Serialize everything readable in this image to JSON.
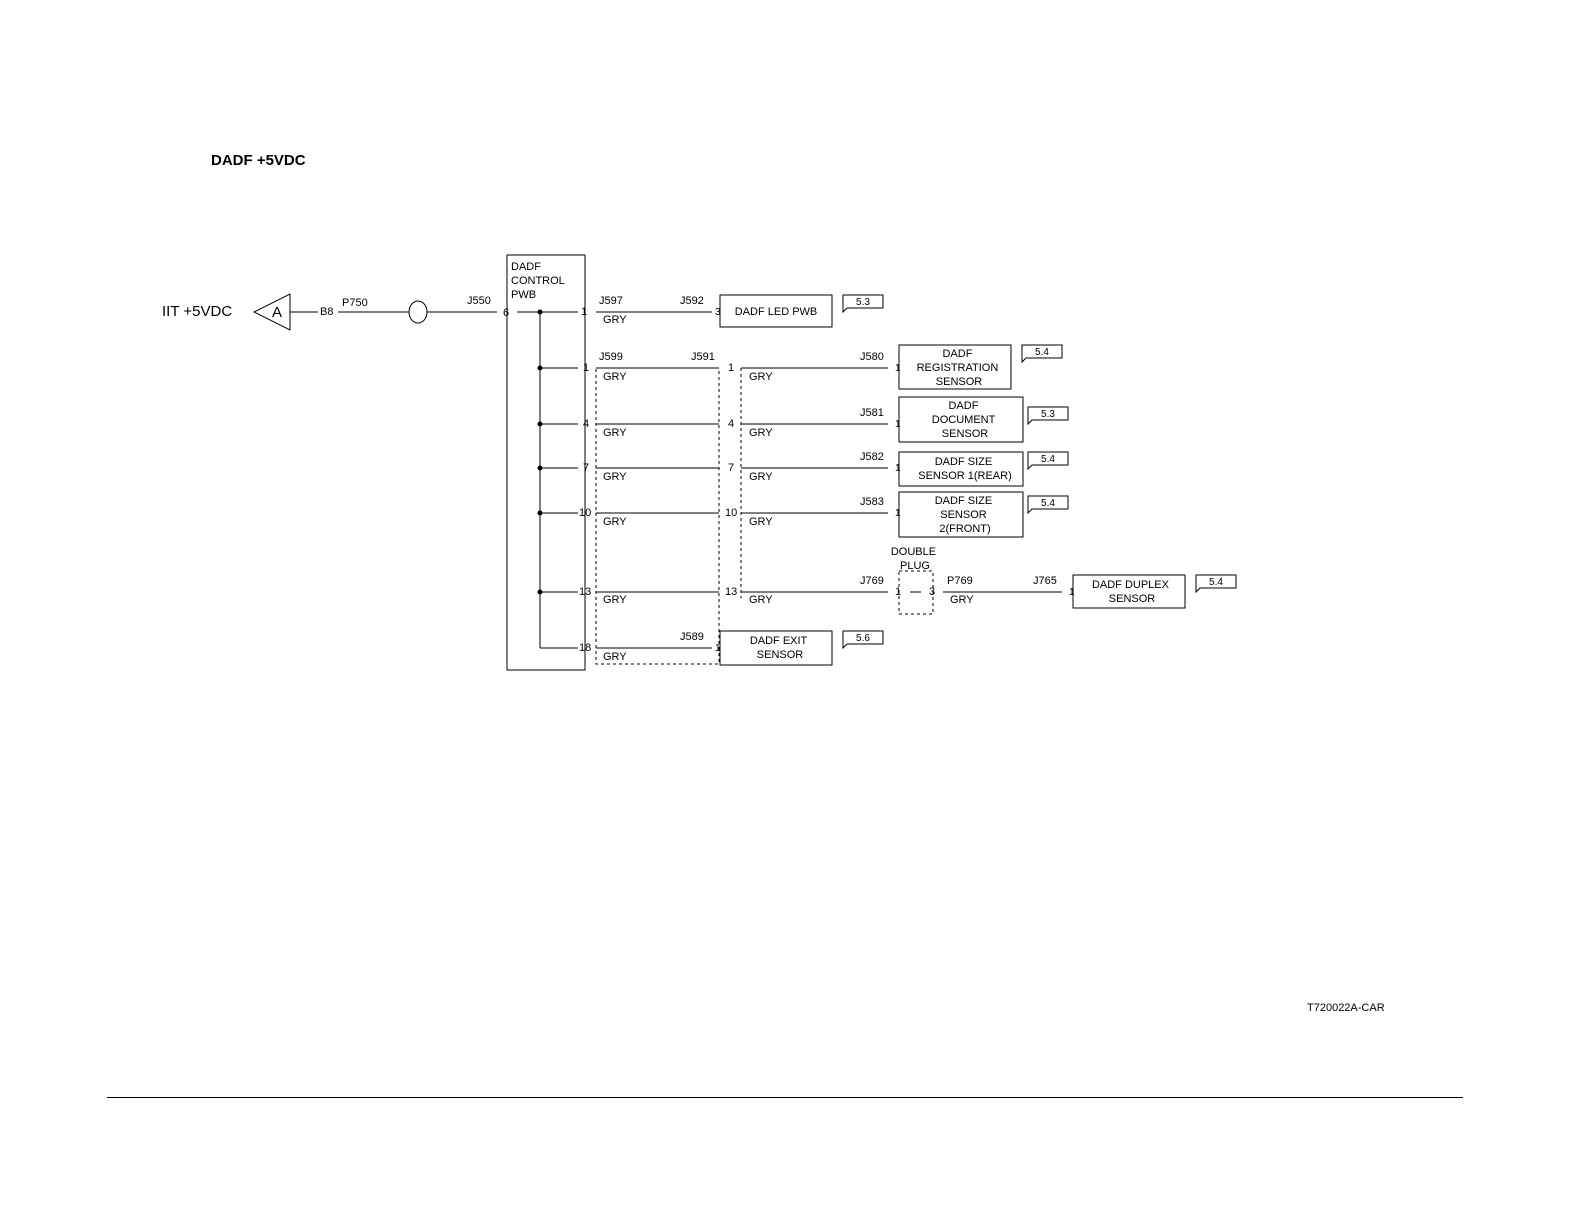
{
  "title": "DADF +5VDC",
  "diagram_id": "T720022A-CAR",
  "source": {
    "label": "IIT +5VDC",
    "flag": "A",
    "pin": "B8",
    "plug": "P750"
  },
  "control_pwb": {
    "label": [
      "DADF",
      "CONTROL",
      "PWB"
    ],
    "jack": "J550",
    "pin": "6"
  },
  "wire_color": "GRY",
  "branches": {
    "led": {
      "jack_a": "J597",
      "pin_a": "1",
      "jack_b": "J592",
      "pin_b": "3",
      "component": [
        "DADF LED PWB"
      ],
      "ref": "5.3"
    },
    "exit": {
      "pin_a": "18",
      "jack_b": "J589",
      "pin_b": "1",
      "component": [
        "DADF EXIT",
        "SENSOR"
      ],
      "ref": "5.6"
    }
  },
  "j599": "J599",
  "j591": "J591",
  "sensors": [
    {
      "pin_a": "1",
      "pin_b": "1",
      "jack": "J580",
      "pin_c": "1",
      "component": [
        "DADF",
        "REGISTRATION",
        "SENSOR"
      ],
      "ref": "5.4"
    },
    {
      "pin_a": "4",
      "pin_b": "4",
      "jack": "J581",
      "pin_c": "1",
      "component": [
        "DADF",
        "DOCUMENT",
        "SENSOR"
      ],
      "ref": "5.3"
    },
    {
      "pin_a": "7",
      "pin_b": "7",
      "jack": "J582",
      "pin_c": "1",
      "component": [
        "DADF SIZE",
        "SENSOR 1(REAR)"
      ],
      "ref": "5.4"
    },
    {
      "pin_a": "10",
      "pin_b": "10",
      "jack": "J583",
      "pin_c": "1",
      "component": [
        "DADF SIZE",
        "SENSOR",
        "2(FRONT)"
      ],
      "ref": "5.4"
    }
  ],
  "duplex": {
    "pin_a": "13",
    "pin_b": "13",
    "double_plug": [
      "DOUBLE",
      "PLUG"
    ],
    "jack_in": "J769",
    "dp_pin_in": "1",
    "dp_pin_out": "3",
    "plug_out": "P769",
    "jack_out": "J765",
    "pin_c": "1",
    "component": [
      "DADF DUPLEX",
      "SENSOR"
    ],
    "ref": "5.4"
  }
}
